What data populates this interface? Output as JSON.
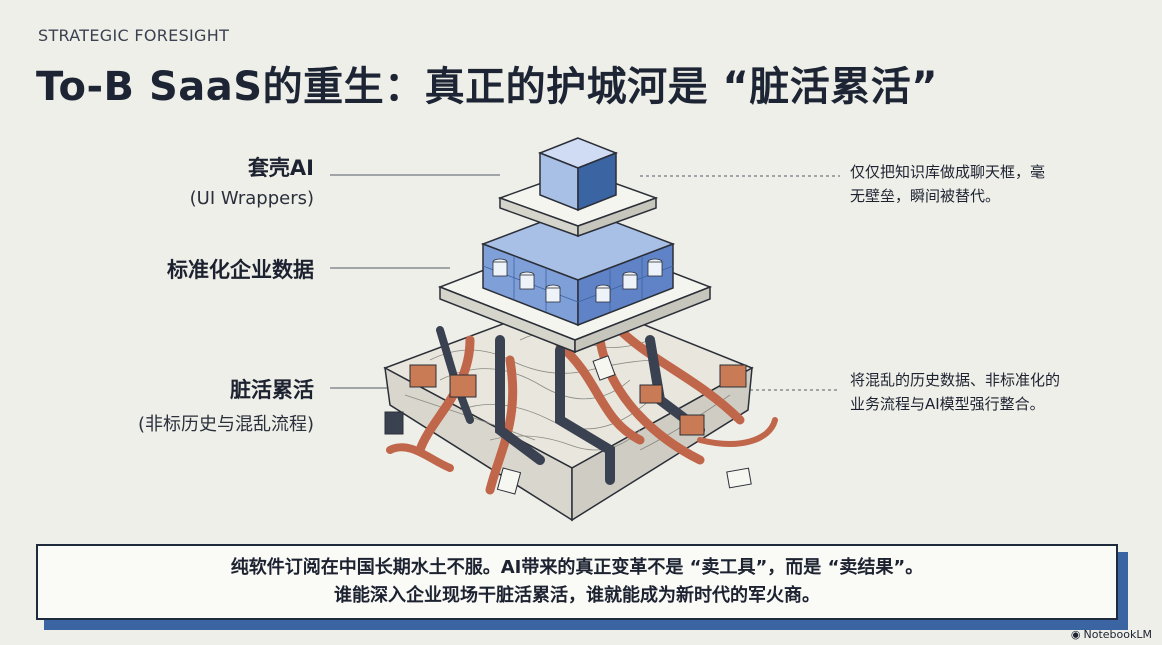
{
  "header": {
    "eyebrow": "STRATEGIC FORESIGHT",
    "title": "To-B SaaS的重生：真正的护城河是 “脏活累活”"
  },
  "layers": [
    {
      "label": "套壳AI",
      "sublabel": "(UI Wrappers)"
    },
    {
      "label": "标准化企业数据",
      "sublabel": ""
    },
    {
      "label": "脏活累活",
      "sublabel": "(非标历史与混乱流程)"
    }
  ],
  "notes": {
    "top_line1": "仅仅把知识库做成聊天框，毫",
    "top_line2": "无壁垒，瞬间被替代。",
    "bottom_line1": "将混乱的历史数据、非标准化的",
    "bottom_line2": "业务流程与AI模型强行整合。"
  },
  "banner": {
    "line1": "纯软件订阅在中国长期水土不服。AI带来的真正变革不是 “卖工具”，而是 “卖结果”。",
    "line2": "谁能深入企业现场干脏活累活，谁就能成为新时代的军火商。"
  },
  "footer": {
    "brand": "NotebookLM"
  },
  "colors": {
    "accent_blue": "#3b64a3",
    "pipe_copper": "#c0664a",
    "pipe_dark": "#3a4150",
    "background": "#efefe9"
  }
}
